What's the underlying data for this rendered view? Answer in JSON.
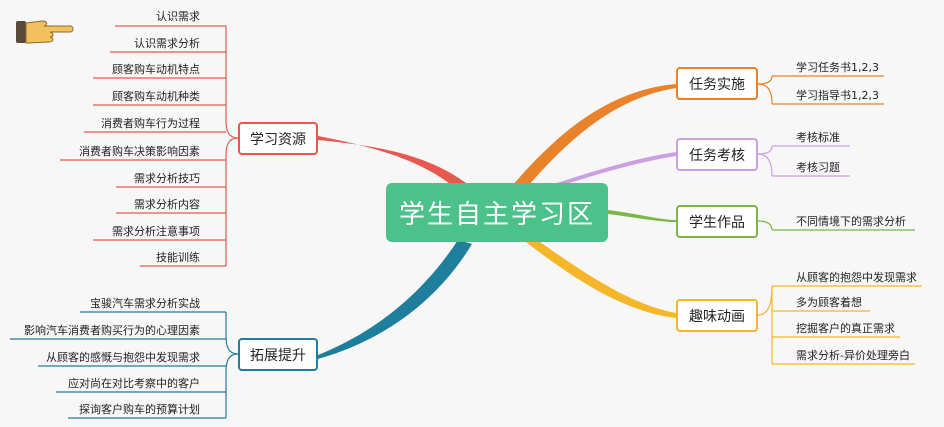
{
  "center_title": "学生自主学习区",
  "colors": {
    "background": "#f7f7f7",
    "center": "#4cc189",
    "learning_resources": "#e8584e",
    "extension": "#1e7e9c",
    "task_implementation": "#e9822a",
    "task_assessment": "#cc9fe2",
    "student_works": "#7ab648",
    "fun_animation": "#f5b62a"
  },
  "icons": {
    "hand": "pointing-hand-icon"
  },
  "branches": {
    "learning_resources": {
      "label": "学习资源",
      "items": [
        "认识需求",
        "认识需求分析",
        "顾客购车动机特点",
        "顾客购车动机种类",
        "消费者购车行为过程",
        "消费者购车决策影响因素",
        "需求分析技巧",
        "需求分析内容",
        "需求分析注意事项",
        "技能训练"
      ]
    },
    "extension": {
      "label": "拓展提升",
      "items": [
        "宝骏汽车需求分析实战",
        "影响汽车消费者购买行为的心理因素",
        "从顾客的感慨与抱怨中发现需求",
        "应对尚在对比考察中的客户",
        "探询客户购车的预算计划"
      ]
    },
    "task_implementation": {
      "label": "任务实施",
      "items": [
        "学习任务书1,2,3",
        "学习指导书1,2,3"
      ]
    },
    "task_assessment": {
      "label": "任务考核",
      "items": [
        "考核标准",
        "考核习题"
      ]
    },
    "student_works": {
      "label": "学生作品",
      "items": [
        "不同情境下的需求分析"
      ]
    },
    "fun_animation": {
      "label": "趣味动画",
      "items": [
        "从顾客的抱怨中发现需求",
        "多为顾客着想",
        "挖掘客户的真正需求",
        "需求分析-异价处理旁白"
      ]
    }
  }
}
